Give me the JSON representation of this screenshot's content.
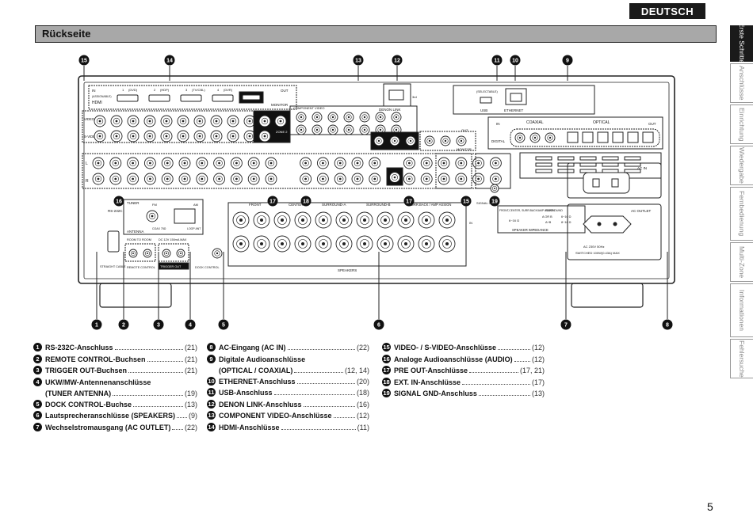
{
  "header": {
    "language_tab": "DEUTSCH",
    "section_title": "Rückseite"
  },
  "side_tabs": [
    "Erste Schritte",
    "Anschlüsse",
    "Einrichtung",
    "Wiedergabe",
    "Fernbedienung",
    "Multi-Zone",
    "Informationen",
    "Fehlersuche"
  ],
  "callout_numbers": [
    "15",
    "14",
    "13",
    "12",
    "11",
    "10",
    "9",
    "16",
    "17",
    "18",
    "17",
    "15",
    "19",
    "1",
    "2",
    "3",
    "4",
    "5",
    "6",
    "7",
    "8"
  ],
  "panel_labels": {
    "hdmi": "HDMI",
    "assignable": "(ASSIGNABLE)",
    "in": "IN",
    "out": "OUT",
    "monitor": "MONITOR",
    "hdmi_inputs": [
      "1",
      "(DVD)",
      "2",
      "(HDP)",
      "3",
      "(TV/CBL)",
      "4",
      "(DVR)"
    ],
    "component_video": "COMPONENT VIDEO",
    "denon_link": "DENON LINK",
    "third": "3rd",
    "usb": "USB",
    "selectable": "(SELECTABLE)",
    "ethernet": "ETHERNET",
    "coaxial": "COAXIAL",
    "optical": "OPTICAL",
    "digital": "DIGITAL",
    "video": "VIDEO",
    "s_video": "S-VIDEO",
    "zone2": "ZONE 2",
    "audio_l": "L",
    "audio_r": "R",
    "tuner": "TUNER",
    "fm": "FM",
    "am": "AM",
    "antenna": "ANTENNA",
    "coax": "COAX 75Ω",
    "loop": "LOOP ANT",
    "rs232c": "RS-232C",
    "straight_cable": "STRAIGHT CABLE",
    "room_to_room": "ROOM TO ROOM",
    "remote_control": "REMOTE CONTROL",
    "dc12v": "DC 12V 150mA MAX",
    "trigger_out": "TRIGGER OUT",
    "dock_control": "DOCK CONTROL",
    "speakers": "SPEAKERS",
    "front": "FRONT",
    "center": "CENTER",
    "surround_a": "SURROUND-A",
    "surround_b": "SURROUND-B",
    "surr_back": "SURR.BACK / AMP ASSIGN",
    "signal_gnd": "SIGNAL GND",
    "speaker_impedance": "SPEAKER IMPEDANCE",
    "front_center_imp": "FRONT,CENTER, SURR.BACK/AMP ASSIGN",
    "imp_6_16": "6~16 Ω",
    "surround": "SURROUND",
    "a_or_b": "A OR B",
    "a_plus_b": "A+B",
    "imp_8_16": "8~16 Ω",
    "ac_in": "AC IN",
    "ac_outlet": "AC OUTLET",
    "ac_rating": "AC 230V 50Hz",
    "switched": "SWITCHED 100W(0.43A) MAX"
  },
  "legend": [
    {
      "num": "1",
      "label": "RS-232C-Anschluss",
      "page": "(21)"
    },
    {
      "num": "2",
      "label": "REMOTE CONTROL-Buchsen",
      "page": "(21)"
    },
    {
      "num": "3",
      "label": "TRIGGER OUT-Buchsen",
      "page": "(21)"
    },
    {
      "num": "4",
      "label": "UKW/MW-Antennenanschlüsse",
      "label2": "(TUNER ANTENNA)",
      "page": "(19)"
    },
    {
      "num": "5",
      "label": "DOCK CONTROL-Buchse",
      "page": "(13)"
    },
    {
      "num": "6",
      "label": "Lautsprecheranschlüsse (SPEAKERS)",
      "page": "(9)"
    },
    {
      "num": "7",
      "label": "Wechselstromausgang (AC OUTLET)",
      "page": "(22)"
    },
    {
      "num": "8",
      "label": "AC-Eingang (AC IN)",
      "page": "(22)"
    },
    {
      "num": "9",
      "label": "Digitale Audioanschlüsse",
      "label2": "(OPTICAL / COAXIAL)",
      "page": "(12, 14)"
    },
    {
      "num": "10",
      "label": "ETHERNET-Anschluss",
      "page": "(20)"
    },
    {
      "num": "11",
      "label": "USB-Anschluss",
      "page": "(18)"
    },
    {
      "num": "12",
      "label": "DENON LINK-Anschluss",
      "page": "(16)"
    },
    {
      "num": "13",
      "label": "COMPONENT VIDEO-Anschlüsse",
      "page": "(12)"
    },
    {
      "num": "14",
      "label": "HDMI-Anschlüsse",
      "page": "(11)"
    },
    {
      "num": "15",
      "label": "VIDEO- / S-VIDEO-Anschlüsse",
      "page": "(12)"
    },
    {
      "num": "16",
      "label": "Analoge Audioanschlüsse (AUDIO)",
      "page": "(12)"
    },
    {
      "num": "17",
      "label": "PRE OUT-Anschlüsse",
      "page": "(17, 21)"
    },
    {
      "num": "18",
      "label": "EXT. IN-Anschlüsse",
      "page": "(17)"
    },
    {
      "num": "19",
      "label": "SIGNAL GND-Anschluss",
      "page": "(13)"
    }
  ],
  "page_number": "5"
}
